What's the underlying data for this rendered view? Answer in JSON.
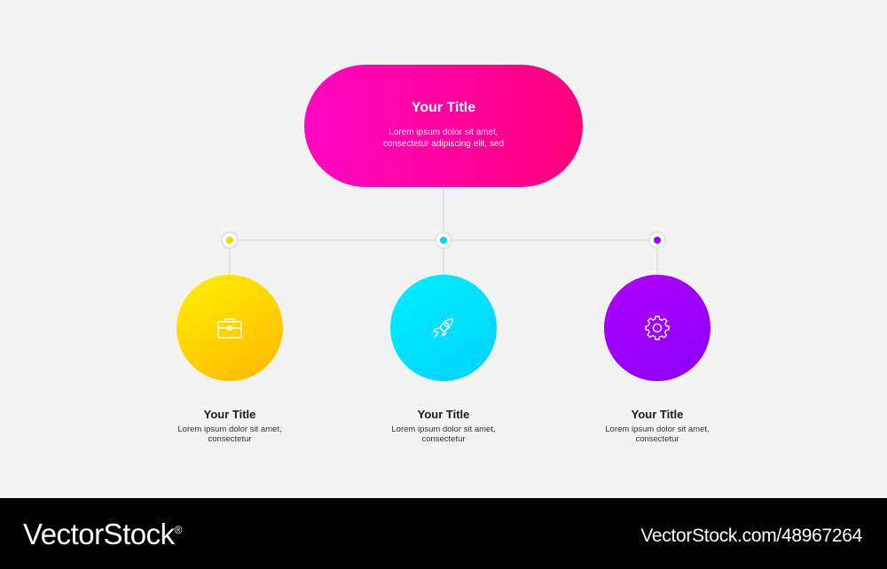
{
  "main_node": {
    "title": "Your Title",
    "body": "Lorem ipsum dolor sit amet, consectetur adipiscing elit, sed"
  },
  "branches": [
    {
      "title": "Your Title",
      "body": "Lorem ipsum dolor sit amet, consectetur",
      "icon": "briefcase-icon",
      "color": "#ffc400"
    },
    {
      "title": "Your Title",
      "body": "Lorem ipsum dolor sit amet, consectetur",
      "icon": "rocket-icon",
      "color": "#00d8ff"
    },
    {
      "title": "Your Title",
      "body": "Lorem ipsum dolor sit amet, consectetur",
      "icon": "gear-icon",
      "color": "#9a00ff"
    }
  ],
  "footer": {
    "brand": "VectorStock",
    "registered_mark": "®",
    "image_ref": "VectorStock.com/48967264"
  }
}
